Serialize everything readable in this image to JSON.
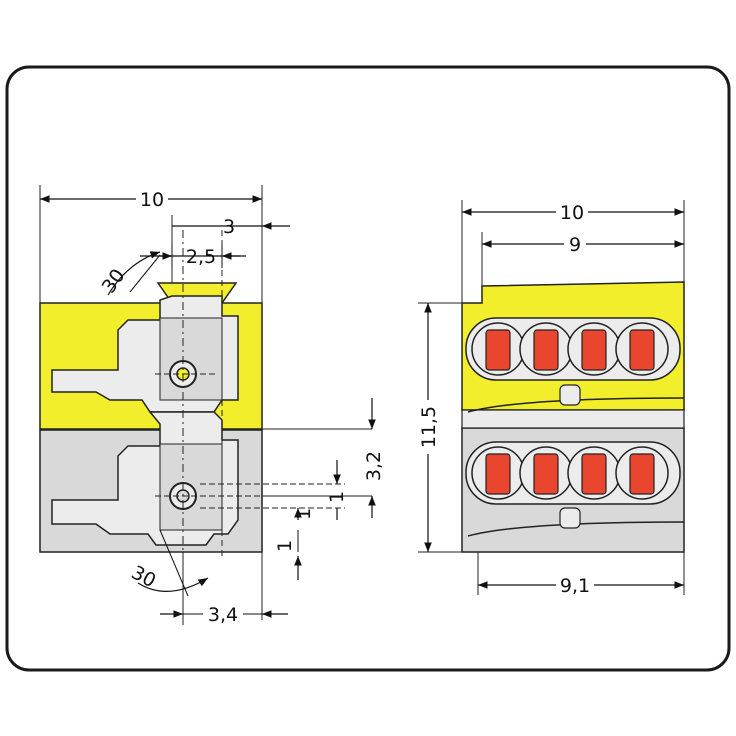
{
  "colors": {
    "frame": "#1a1a1a",
    "yellow": "#f2ee2b",
    "grey": "#d9d9d9",
    "body_light": "#ececec",
    "orange": "#e8462f",
    "line": "#222222"
  },
  "side_view": {
    "width_label": "10",
    "offset_label": "3",
    "slot_label": "2,5",
    "angle_top_label": "30",
    "pitch_label": "3,2",
    "small_a_label": "1",
    "small_b_label": "1",
    "small_c_label": "1",
    "angle_bottom_label": "30",
    "bottom_label": "3,4"
  },
  "front_view": {
    "width_outer_label": "10",
    "width_inner_label": "9",
    "height_label": "11,5",
    "bottom_width_label": "9,1",
    "ports_per_row": 4,
    "rows": 2
  }
}
